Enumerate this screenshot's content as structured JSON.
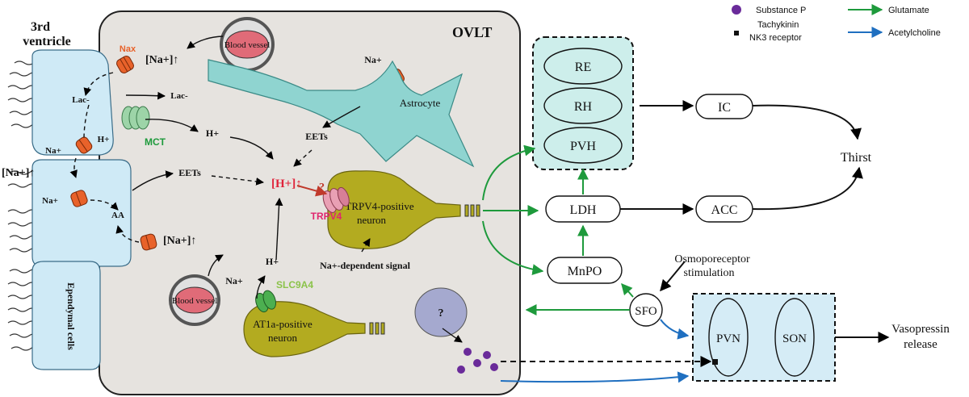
{
  "region": {
    "ovlt": "OVLT",
    "ventricle_line1": "3rd",
    "ventricle_line2": "ventricle",
    "ependymal": "Ependymal cells"
  },
  "channels": {
    "nax": "Nax",
    "mct": "MCT",
    "trpv4": "TRPV4",
    "slc9a4": "SLC9A4"
  },
  "labels": {
    "na_conc_top": "[Na+]↑",
    "na_conc_left": "[Na+]↑",
    "na_conc_mid": "[Na+]↑",
    "na_plus": "Na+",
    "lac_inside": "Lac-",
    "lac_outside": "Lac-",
    "h_plus": "H+",
    "eets": "EETs",
    "aa": "AA",
    "h_conc": "[H+]↑",
    "question": "?",
    "na_signal": "Na+-dependent signal",
    "blood_vessel": "Blood vessel",
    "astrocyte": "Astrocyte",
    "trpv4_neuron_line1": "TRPV4-positive",
    "trpv4_neuron_line2": "neuron",
    "at1a_neuron_line1": "AT1a-positive",
    "at1a_neuron_line2": "neuron"
  },
  "nodes": {
    "re": "RE",
    "rh": "RH",
    "pvh": "PVH",
    "ic": "IC",
    "thirst": "Thirst",
    "ldh": "LDH",
    "acc": "ACC",
    "mnpo": "MnPO",
    "sfo": "SFO",
    "pvn": "PVN",
    "son": "SON",
    "osmo_line1": "Osmoporeceptor",
    "osmo_line2": "stimulation",
    "vaso_line1": "Vasopressin",
    "vaso_line2": "release"
  },
  "legend": {
    "substance_p": "Substance P",
    "nk3_line1": "Tachykinin",
    "nk3_line2": "NK3 receptor",
    "glutamate": "Glutamate",
    "acetylcholine": "Acetylcholine"
  },
  "colors": {
    "panel": "#e6e3df",
    "ependymal": "#cfeaf6",
    "astrocyte": "#8fd4d0",
    "neuron": "#b3ab20",
    "channel": "#e8622a",
    "mct": "#9dd4a8",
    "trpv4": "#e9a0b4",
    "slc9a4": "#4caf50",
    "vessel_fill": "#e06b78",
    "substance_p": "#6a2b9a",
    "unknown_cell": "#a5a9cf",
    "glutamate": "#1e9a3c",
    "acetylcholine": "#1f6fc0",
    "ros": "#e0223a",
    "nodes_box": "#cdeeeb",
    "pvn_box": "#d5ecf6",
    "label_nax": "#e8622a",
    "label_mct": "#1e9a3c",
    "label_trpv4": "#e0266e",
    "label_slc9a4": "#8bc34a"
  }
}
